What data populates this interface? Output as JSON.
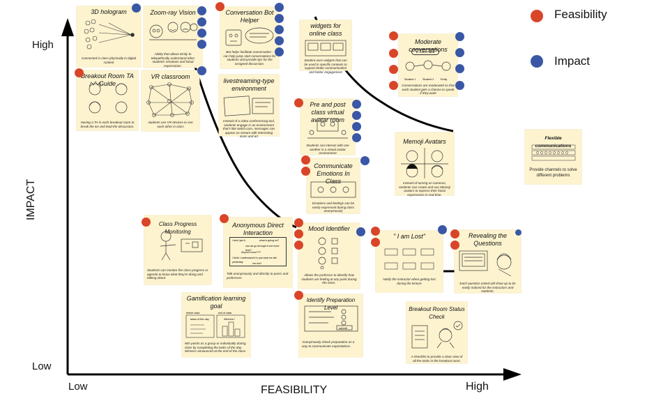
{
  "axes": {
    "y_title": "IMPACT",
    "y_high": "High",
    "y_low": "Low",
    "x_title": "FEASIBILITY",
    "x_low": "Low",
    "x_high": "High"
  },
  "legend": {
    "feasibility_label": "Feasibility",
    "impact_label": "Impact",
    "feasibility_color": "#d94528",
    "impact_color": "#3a57a6"
  },
  "notes": {
    "hologram": {
      "title": "3D hologram",
      "desc": "Connected in class physically in digital context"
    },
    "zoomray": {
      "title": "Zoom-ray Vision",
      "desc": "Ability that allows Emily to telepathically understand other students' emotions and facial expressions."
    },
    "chatbot": {
      "title": "Conversation Bot Helper",
      "desc": "Bot helps facilitate conversation - can help jump start conversations for students and provide tips for the assigned discussion."
    },
    "widgets": {
      "title": "widgets for online class",
      "desc": "Student uses widgets that can be used in specific contexts to support better communication and better engagement"
    },
    "moderate": {
      "title": "Moderate conversations",
      "desc": "Conversations are moderated so that each student gets a chance to speak if they want"
    },
    "breakoutta": {
      "title": "Breakout Room TA Guide",
      "desc": "Having a TA in each breakout room to break the ice and lead the discussion."
    },
    "vr": {
      "title": "VR classroom",
      "desc": "students use VR devices to see each other in class"
    },
    "livestream": {
      "title": "livestreaming-type environment",
      "desc": "Instead of a video-conferencing tool, students engage in an environment that's like twitch.com, messages can appear on-stream with interesting icons and art"
    },
    "prepost": {
      "title": "Pre and post class virtual avatar room",
      "desc": "Students can interact with one another in a virtual avatar environment"
    },
    "emotions": {
      "title": "Communicate Emotions In Class",
      "desc": "Emotions and feelings can be easily expressed during class anonymously"
    },
    "memoji": {
      "title": "Memoji Avatars",
      "desc": "Instead of turning on cameras, students can create and use Memoji avatars to express their facial expressions in real time."
    },
    "flexible": {
      "title": "Flexible communications",
      "desc": "Provide channels to solve different problems"
    },
    "progress": {
      "title": "Class Progress Monitoring",
      "desc": "Students can monitor the class progress or agenda to know what they're doing and talking about"
    },
    "anonymous": {
      "title": "Anonymous Direct Interaction",
      "desc": "Talk anonymously and directly to peers and professors."
    },
    "mood": {
      "title": "Mood Identifier",
      "desc": "Allows the professor to identify how students are feeling at any point during the class."
    },
    "lost": {
      "title": "\" I am Lost\"",
      "desc": "Notify the instructor when getting lost during the lecture"
    },
    "revealing": {
      "title": "Revealing the Questions",
      "desc": "Each question asked will show up to be easily noticed for the instructors and students."
    },
    "gamification": {
      "title": "Gamification learning goal",
      "desc": "Win points as a group or individually during class by completing the tasks of the day. Winners announced at the end of the class."
    },
    "prep": {
      "title": "Identify Preparation Level",
      "desc": "Anonymously check preparation as a way to communicate expectations."
    },
    "breakoutstatus": {
      "title": "Breakout Room Status Check",
      "desc": "A checklist to provide a clear view of all the tasks in the breakout room."
    }
  },
  "sketch_text": {
    "anon_q1": "I don't get it...",
    "anon_q2": "what is going on?",
    "anon_q3": "can we go through it one more time?",
    "anon_q4": "Anyone know???",
    "anon_q5": "I think I understand it is just what we did yesterday",
    "anon_q6": "me too!!",
    "gam_before": "before class",
    "gam_end": "end of class",
    "gam_tasks": "tasks of the day",
    "gam_winners": "Winners !",
    "prep_submit": "submit",
    "mod_bubble": "E. lorem idea",
    "mod_s1": "Student 1",
    "mod_s2": "Student 2",
    "mod_s3": "Emily"
  }
}
